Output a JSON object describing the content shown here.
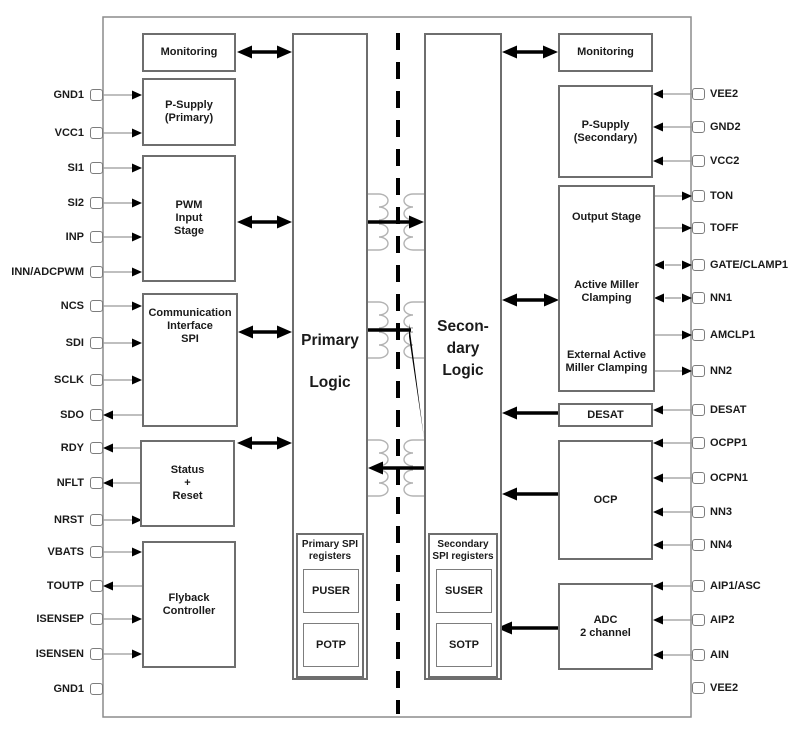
{
  "diagram": {
    "title": "isolated-gate-driver-functional-block-diagram",
    "blocks": {
      "monitoring_left": {
        "label": "Monitoring"
      },
      "p_supply_primary": {
        "label": "P-Supply\n(Primary)"
      },
      "pwm_input_stage": {
        "label": "PWM\nInput\nStage"
      },
      "comm_interface": {
        "label": "Communication\nInterface\nSPI"
      },
      "status_reset": {
        "label": "Status\n+\nReset"
      },
      "flyback_controller": {
        "label": "Flyback\nController"
      },
      "primary_logic": {
        "label": "Primary\n\nLogic"
      },
      "secondary_logic": {
        "label": "Secon-\ndary\nLogic"
      },
      "primary_spi": {
        "title": "Primary SPI\nregisters",
        "reg_top": "PUSER",
        "reg_bottom": "POTP"
      },
      "secondary_spi": {
        "title": "Secondary\nSPI registers",
        "reg_top": "SUSER",
        "reg_bottom": "SOTP"
      },
      "monitoring_right": {
        "label": "Monitoring"
      },
      "p_supply_secondary": {
        "label": "P-Supply\n(Secondary)"
      },
      "output_stage": {
        "label_top": "Output Stage",
        "label_mid": "Active Miller\nClamping",
        "label_bottom": "External Active\nMiller Clamping"
      },
      "desat": {
        "label": "DESAT"
      },
      "ocp": {
        "label": "OCP"
      },
      "adc": {
        "label": "ADC\n2 channel"
      }
    },
    "pins": {
      "left": [
        {
          "label": "GND1",
          "dir": "in"
        },
        {
          "label": "VCC1",
          "dir": "in"
        },
        {
          "label": "SI1",
          "dir": "in"
        },
        {
          "label": "SI2",
          "dir": "in"
        },
        {
          "label": "INP",
          "dir": "in"
        },
        {
          "label": "INN/ADCPWM",
          "dir": "in"
        },
        {
          "label": "NCS",
          "dir": "in"
        },
        {
          "label": "SDI",
          "dir": "in"
        },
        {
          "label": "SCLK",
          "dir": "in"
        },
        {
          "label": "SDO",
          "dir": "out"
        },
        {
          "label": "RDY",
          "dir": "out"
        },
        {
          "label": "NFLT",
          "dir": "out"
        },
        {
          "label": "NRST",
          "dir": "in"
        },
        {
          "label": "VBATS",
          "dir": "in"
        },
        {
          "label": "TOUTP",
          "dir": "out"
        },
        {
          "label": "ISENSEP",
          "dir": "in"
        },
        {
          "label": "ISENSEN",
          "dir": "in"
        },
        {
          "label": "GND1",
          "dir": "none"
        }
      ],
      "right": [
        {
          "label": "VEE2",
          "dir": "in"
        },
        {
          "label": "GND2",
          "dir": "in"
        },
        {
          "label": "VCC2",
          "dir": "in"
        },
        {
          "label": "TON",
          "dir": "out"
        },
        {
          "label": "TOFF",
          "dir": "out"
        },
        {
          "label": "GATE/CLAMP1",
          "dir": "bidir"
        },
        {
          "label": "NN1",
          "dir": "bidir"
        },
        {
          "label": "AMCLP1",
          "dir": "out"
        },
        {
          "label": "NN2",
          "dir": "out"
        },
        {
          "label": "DESAT",
          "dir": "in"
        },
        {
          "label": "OCPP1",
          "dir": "in"
        },
        {
          "label": "OCPN1",
          "dir": "in"
        },
        {
          "label": "NN3",
          "dir": "in"
        },
        {
          "label": "NN4",
          "dir": "in"
        },
        {
          "label": "AIP1/ASC",
          "dir": "in"
        },
        {
          "label": "AIP2",
          "dir": "in"
        },
        {
          "label": "AIN",
          "dir": "in"
        },
        {
          "label": "VEE2",
          "dir": "none"
        }
      ]
    },
    "colors": {
      "block_border": "#6e6e6e",
      "outer_border": "#8c8c8c",
      "arrow": "#000000",
      "pin_line": "#999999",
      "coil": "#b3b3b3",
      "background": "#ffffff"
    }
  }
}
